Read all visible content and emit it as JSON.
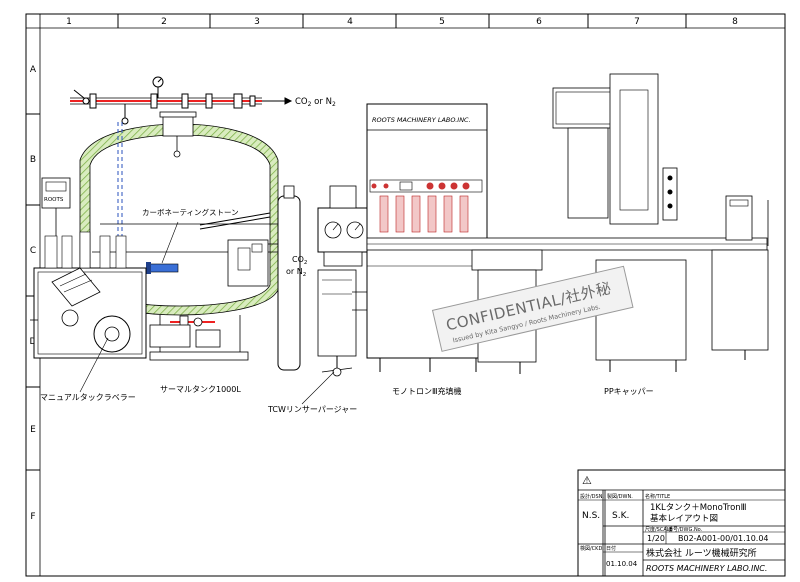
{
  "grid": {
    "columns": [
      "1",
      "2",
      "3",
      "4",
      "5",
      "6",
      "7",
      "8"
    ],
    "rows": [
      "A",
      "B",
      "C",
      "D",
      "E",
      "F"
    ]
  },
  "labels": {
    "gas_supply": "CO",
    "gas_supply_sub": "2",
    "gas_supply_tail": " or N",
    "gas_supply_sub2": "2",
    "carbonation_stone": "カーボネーティングストーン",
    "roots_box": "ROOTS",
    "cylinder_gas_1": "CO",
    "cylinder_gas_1_sub": "2",
    "cylinder_gas_2": "or N",
    "cylinder_gas_2_sub": "2",
    "filler_brand": "ROOTS  MACHINERY  LABO.INC.",
    "manual_labeler": "マニュアルタックラベラー",
    "thermal_tank": "サーマルタンク1000L",
    "tcw_rinser": "TCWリンサーパージャー",
    "monotron_filler": "モノトロンⅢ充填機",
    "pp_capper": "PPキャッパー"
  },
  "stamp": {
    "title": "CONFIDENTIAL/社外秘",
    "subtitle": "Issued by Kita Sangyo / Roots Machinery Labs."
  },
  "title_block": {
    "warning": "⚠",
    "designed_label": "設計/DSN.",
    "drawn_label": "製図/DWN.",
    "title_label": "名称/TITLE",
    "designed_value": "N.S.",
    "drawn_value": "S.K.",
    "title_line1": "1KLタンク＋MonoTronⅢ",
    "title_line2": "基本レイアウト図",
    "scale_label": "尺度/SCALE",
    "drawing_no_label": "番号/DWG.No.",
    "scale_value": "1/20",
    "drawing_no_value": "B02-A001-00/01.10.04",
    "checked_label": "検図/CKD.",
    "date_label": "日付",
    "date_value": "01.10.04",
    "company_jp": "株式会社 ルーツ機械研究所",
    "company_en": "ROOTS  MACHINERY  LABO.INC."
  }
}
